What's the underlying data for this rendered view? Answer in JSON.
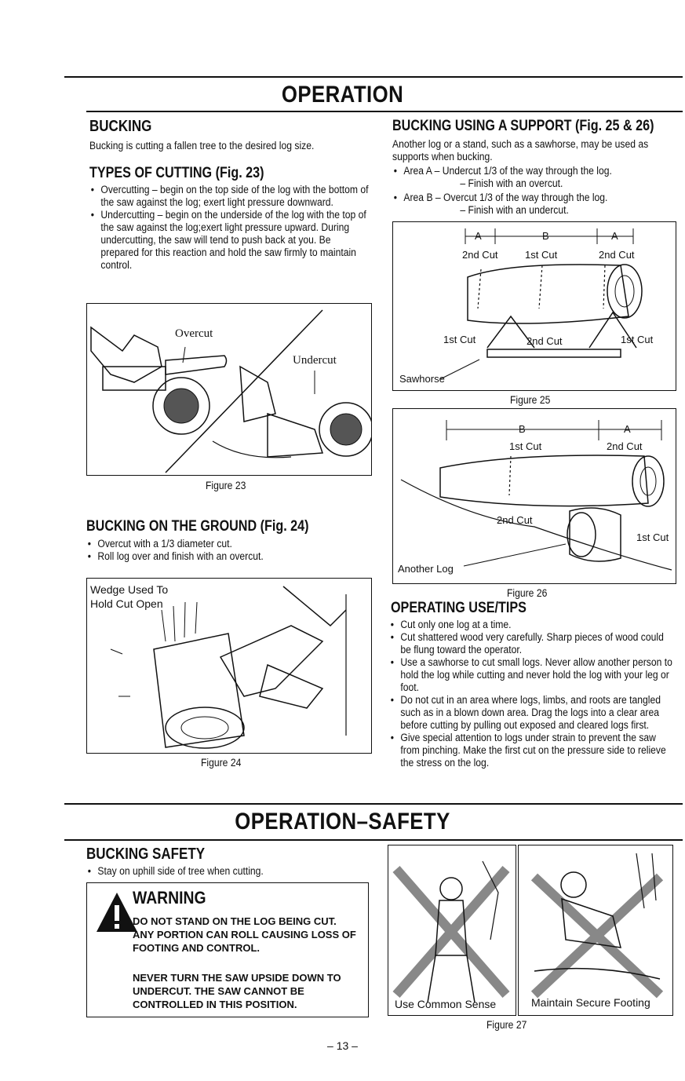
{
  "titles": {
    "operation": "OPERATION",
    "operation_safety": "OPERATION–SAFETY"
  },
  "bucking": {
    "heading": "BUCKING",
    "intro": "Bucking is cutting a fallen tree to the desired log size."
  },
  "types_of_cutting": {
    "heading": "TYPES OF CUTTING (Fig. 23)",
    "items": [
      "Overcutting – begin on the top side of the log with the bottom of the saw against the log; exert light pressure downward.",
      "Undercutting – begin on the underside of the log with the top of the saw against the log;exert light pressure upward. During undercutting, the saw will tend to push back at you. Be prepared for this reaction and hold the saw firmly to maintain control."
    ]
  },
  "figure23": {
    "caption": "Figure 23",
    "label_overcut": "Overcut",
    "label_undercut": "Undercut"
  },
  "bucking_ground": {
    "heading": "BUCKING ON THE GROUND (Fig. 24)",
    "items": [
      "Overcut with a 1/3 diameter cut.",
      "Roll log over and finish with an overcut."
    ]
  },
  "figure24": {
    "caption": "Figure 24",
    "label_line1": "Wedge Used To",
    "label_line2": "Hold Cut Open"
  },
  "bucking_support": {
    "heading": "BUCKING USING A SUPPORT (Fig. 25 & 26)",
    "intro": "Another log or a stand, such as a sawhorse, may be used as supports when bucking.",
    "item_a": "Area A – Undercut 1/3 of the way through the log.",
    "item_a_finish": "– Finish with an overcut.",
    "item_b": "Area B – Overcut 1/3 of the way through the log.",
    "item_b_finish": "– Finish with an undercut."
  },
  "figure25": {
    "caption": "Figure 25",
    "label_a_left": "A",
    "label_b": "B",
    "label_a_right": "A",
    "top_cut_left": "2nd Cut",
    "top_cut_mid": "1st Cut",
    "top_cut_right": "2nd Cut",
    "bot_cut_left": "1st Cut",
    "bot_cut_mid": "2nd Cut",
    "bot_cut_right": "1st Cut",
    "label_sawhorse": "Sawhorse"
  },
  "figure26": {
    "caption": "Figure 26",
    "label_b": "B",
    "label_a": "A",
    "cut_top_left": "1st Cut",
    "cut_top_right": "2nd Cut",
    "cut_bottom": "2nd Cut",
    "cut_right": "1st Cut",
    "label_another_log": "Another Log"
  },
  "operating_tips": {
    "heading": "OPERATING USE/TIPS",
    "items": [
      "Cut only one log at a time.",
      "Cut shattered wood very carefully. Sharp pieces of wood could be flung toward the operator.",
      "Use a sawhorse to cut small logs. Never allow another person to hold the log while cutting and never hold the log with your leg or foot.",
      "Do not cut in an area where logs, limbs, and roots are tangled such as in a blown down area. Drag the logs into a clear area before cutting by pulling out exposed and cleared logs first.",
      "Give special attention to logs under strain to prevent the saw from pinching. Make the first cut on the pressure side to relieve the stress on the log."
    ]
  },
  "bucking_safety": {
    "heading": "BUCKING SAFETY",
    "items": [
      "Stay on uphill side of tree when cutting."
    ]
  },
  "warning": {
    "title": "WARNING",
    "para1": "DO NOT STAND ON THE LOG BEING CUT. ANY PORTION CAN ROLL CAUSING LOSS OF FOOTING AND CONTROL.",
    "para2": "NEVER TURN THE SAW UPSIDE DOWN TO UNDERCUT. THE SAW CANNOT BE CONTROLLED IN THIS POSITION."
  },
  "figure27": {
    "caption": "Figure 27",
    "label_left": "Use Common Sense",
    "label_right": "Maintain Secure Footing"
  },
  "page_number": "– 13 –"
}
